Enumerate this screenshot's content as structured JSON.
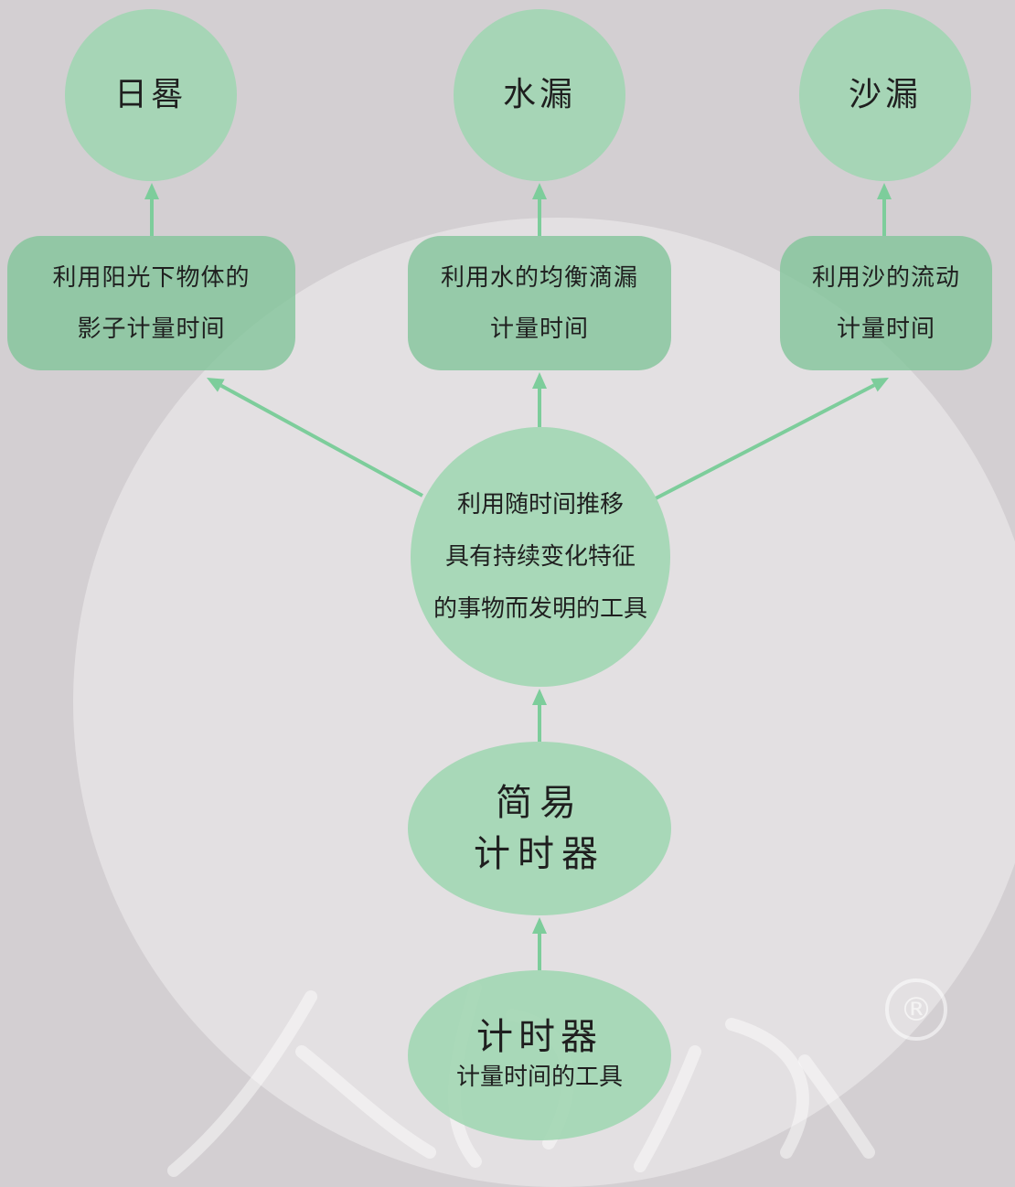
{
  "top": [
    {
      "title": "日晷"
    },
    {
      "title": "水漏"
    },
    {
      "title": "沙漏"
    }
  ],
  "methods": [
    {
      "line1": "利用阳光下物体的",
      "line2": "影子计量时间"
    },
    {
      "line1": "利用水的均衡滴漏",
      "line2": "计量时间"
    },
    {
      "line1": "利用沙的流动",
      "line2": "计量时间"
    }
  ],
  "principle": {
    "line1": "利用随时间推移",
    "line2": "具有持续变化特征",
    "line3": "的事物而发明的工具"
  },
  "simple": {
    "line1": "简易",
    "line2": "计时器"
  },
  "root": {
    "title": "计时器",
    "subtitle": "计量时间的工具"
  },
  "watermark": {
    "mark": "®"
  },
  "colors": {
    "node_fill": "#a6d9b8",
    "box_fill": "#86c79c",
    "arrow": "#7dcd9b",
    "background": "#d3cfd2",
    "inner_circle": "#e3e0e2"
  }
}
